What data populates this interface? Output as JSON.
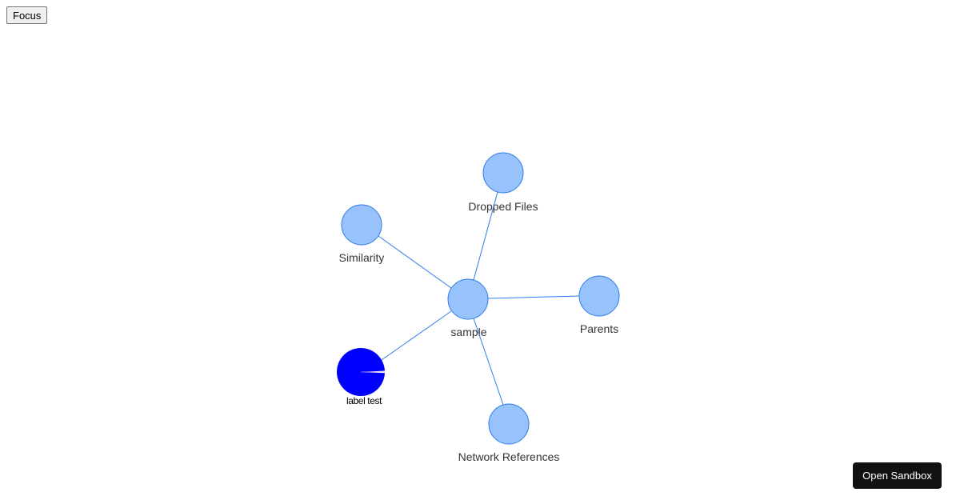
{
  "toolbar": {
    "focus_label": "Focus"
  },
  "footer": {
    "open_sandbox_label": "Open Sandbox"
  },
  "colors": {
    "node_fill": "#97c2fc",
    "node_border": "#2b7ce9",
    "edge": "#2b7ce9",
    "pie_fill": "#0000ff",
    "label": "#343434"
  },
  "graph": {
    "nodes": [
      {
        "id": "sample",
        "label": "sample"
      },
      {
        "id": "dropped",
        "label": "Dropped Files"
      },
      {
        "id": "similarity",
        "label": "Similarity"
      },
      {
        "id": "parents",
        "label": "Parents"
      },
      {
        "id": "network",
        "label": "Network References"
      },
      {
        "id": "labeltest",
        "label": "label test"
      }
    ],
    "edges": [
      {
        "from": "sample",
        "to": "dropped"
      },
      {
        "from": "sample",
        "to": "similarity"
      },
      {
        "from": "sample",
        "to": "parents"
      },
      {
        "from": "sample",
        "to": "network"
      },
      {
        "from": "sample",
        "to": "labeltest"
      }
    ]
  }
}
